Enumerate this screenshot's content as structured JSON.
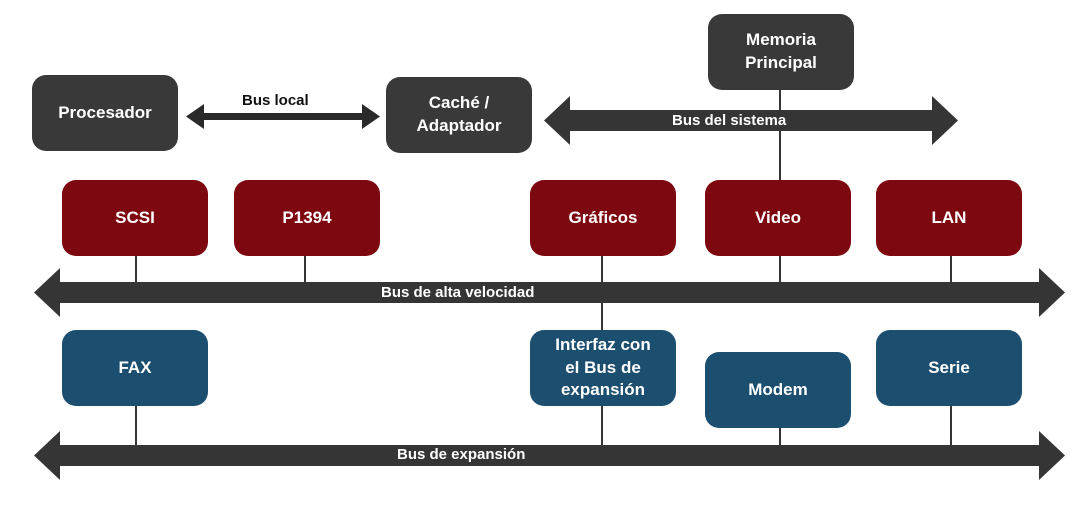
{
  "nodes": {
    "procesador": "Procesador",
    "cache_adaptador": "Caché /\nAdaptador",
    "memoria_principal": "Memoria\nPrincipal",
    "scsi": "SCSI",
    "p1394": "P1394",
    "graficos": "Gráficos",
    "video": "Video",
    "lan": "LAN",
    "fax": "FAX",
    "interfaz_bus_expansion": "Interfaz con\nel Bus de\nexpansión",
    "modem": "Modem",
    "serie": "Serie"
  },
  "buses": {
    "local": "Bus local",
    "sistema": "Bus del sistema",
    "alta_velocidad": "Bus de alta velocidad",
    "expansion": "Bus de expansión"
  },
  "colors": {
    "dark_node": "#393939",
    "red_node": "#7e0810",
    "blue_node": "#1c4f6f",
    "bus": "#353535"
  }
}
